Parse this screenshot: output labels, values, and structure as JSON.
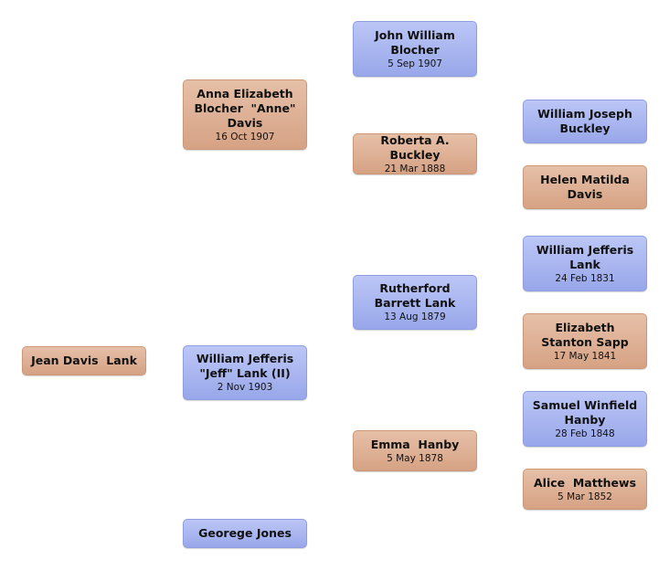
{
  "colors": {
    "male_box": "#a9b6f0",
    "female_box": "#dfb195"
  },
  "generation1": {
    "root": {
      "name": "Jean Davis  Lank"
    }
  },
  "generation2": {
    "spouse_above": {
      "name": "Anna Elizabeth Blocher  \"Anne\" Davis",
      "date": "16 Oct 1907"
    },
    "father": {
      "name": "William Jefferis \"Jeff\" Lank (II)",
      "date": "2 Nov 1903"
    },
    "spouse_below": {
      "name": "Georege Jones"
    }
  },
  "generation3": {
    "anne_father": {
      "name": "John William Blocher",
      "date": "5 Sep 1907"
    },
    "anne_mother": {
      "name": "Roberta A. Buckley",
      "date": "21 Mar 1888"
    },
    "jeff_father": {
      "name": "Rutherford  Barrett Lank",
      "date": "13 Aug 1879"
    },
    "jeff_mother": {
      "name": "Emma  Hanby",
      "date": "5 May 1878"
    }
  },
  "generation4": {
    "roberta_father": {
      "name": "William Joseph Buckley"
    },
    "roberta_mother": {
      "name": "Helen Matilda Davis"
    },
    "rutherford_father": {
      "name": "William Jefferis Lank",
      "date": "24 Feb 1831"
    },
    "rutherford_mother": {
      "name": "Elizabeth Stanton Sapp",
      "date": "17 May 1841"
    },
    "emma_father": {
      "name": "Samuel Winfield Hanby",
      "date": "28 Feb 1848"
    },
    "emma_mother": {
      "name": "Alice  Matthews",
      "date": "5 Mar 1852"
    }
  }
}
